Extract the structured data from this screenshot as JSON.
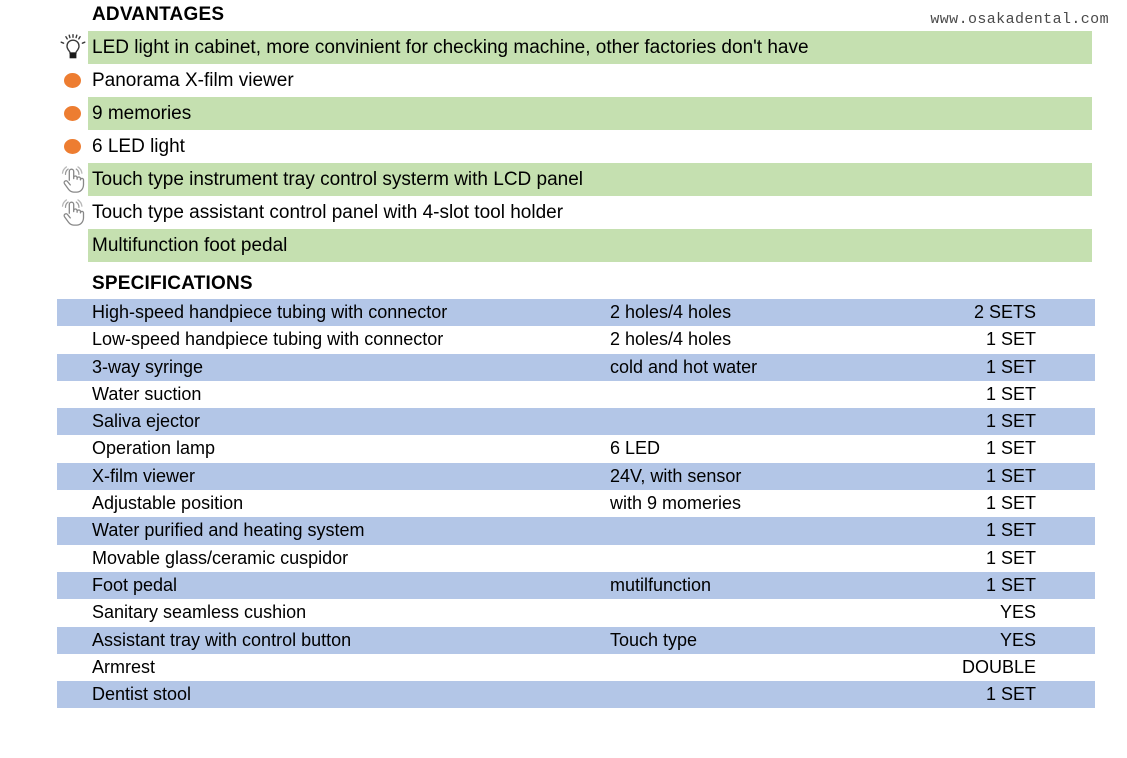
{
  "watermark": "www.osakadental.com",
  "colors": {
    "advantage_stripe": "#c5e0b0",
    "spec_stripe": "#b3c6e7",
    "bullet": "#ed7d31",
    "text": "#000000",
    "background": "#ffffff"
  },
  "advantages": {
    "title": "ADVANTAGES",
    "items": [
      {
        "icon": "lightbulb-icon",
        "label": "LED light in cabinet, more convinient for checking machine, other factories don't have",
        "highlighted": true
      },
      {
        "icon": "bullet-dot-icon",
        "label": "Panorama X-film viewer",
        "highlighted": false
      },
      {
        "icon": "bullet-dot-icon",
        "label": "9 memories",
        "highlighted": true
      },
      {
        "icon": "bullet-dot-icon",
        "label": "6 LED light",
        "highlighted": false
      },
      {
        "icon": "touch-hand-icon",
        "label": "Touch type instrument tray control systerm with LCD panel",
        "highlighted": true
      },
      {
        "icon": "touch-hand-icon",
        "label": "Touch type assistant control panel with 4-slot tool holder",
        "highlighted": false
      },
      {
        "icon": "none",
        "label": "Multifunction foot pedal",
        "highlighted": true
      }
    ]
  },
  "specifications": {
    "title": "SPECIFICATIONS",
    "rows": [
      {
        "name": "High-speed handpiece tubing with connector",
        "detail": "2 holes/4 holes",
        "qty": "2 SETS",
        "highlighted": true
      },
      {
        "name": "Low-speed handpiece tubing with connector",
        "detail": "2 holes/4 holes",
        "qty": "1 SET",
        "highlighted": false
      },
      {
        "name": "3-way syringe",
        "detail": "cold and hot water",
        "qty": "1 SET",
        "highlighted": true
      },
      {
        "name": "Water suction",
        "detail": "",
        "qty": "1 SET",
        "highlighted": false
      },
      {
        "name": "Saliva ejector",
        "detail": "",
        "qty": "1 SET",
        "highlighted": true
      },
      {
        "name": "Operation lamp",
        "detail": "6 LED",
        "qty": "1 SET",
        "highlighted": false
      },
      {
        "name": "X-film viewer",
        "detail": "24V, with sensor",
        "qty": "1 SET",
        "highlighted": true
      },
      {
        "name": "Adjustable position",
        "detail": "with 9 momeries",
        "qty": "1 SET",
        "highlighted": false
      },
      {
        "name": "Water purified and heating system",
        "detail": "",
        "qty": "1 SET",
        "highlighted": true
      },
      {
        "name": "Movable glass/ceramic cuspidor",
        "detail": "",
        "qty": "1 SET",
        "highlighted": false
      },
      {
        "name": "Foot pedal",
        "detail": "mutilfunction",
        "qty": "1 SET",
        "highlighted": true
      },
      {
        "name": "Sanitary seamless cushion",
        "detail": "",
        "qty": "YES",
        "highlighted": false
      },
      {
        "name": "Assistant tray with control button",
        "detail": "Touch type",
        "qty": "YES",
        "highlighted": true
      },
      {
        "name": "Armrest",
        "detail": "",
        "qty": "DOUBLE",
        "highlighted": false
      },
      {
        "name": "Dentist stool",
        "detail": "",
        "qty": "1 SET",
        "highlighted": true
      }
    ]
  }
}
